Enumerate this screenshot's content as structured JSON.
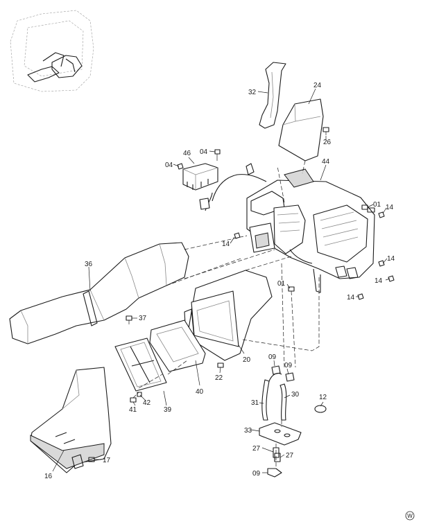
{
  "labels": {
    "p24": "24",
    "p32": "32",
    "p26": "26",
    "p46": "46",
    "p04a": "04",
    "p04b": "04",
    "p44": "44",
    "p01a": "01",
    "p14a": "14",
    "p14b": "14",
    "p14c": "14",
    "p14d": "14",
    "p14e": "14",
    "p36": "36",
    "p01b": "01",
    "p37": "37",
    "p20": "20",
    "p22": "22",
    "p40": "40",
    "p09a": "09",
    "p09b": "09",
    "p09c": "09",
    "p31": "31",
    "p30": "30",
    "p12": "12",
    "p42": "42",
    "p41": "41",
    "p39": "39",
    "p33": "33",
    "p27a": "27",
    "p27b": "27",
    "p16": "16",
    "p17": "17"
  },
  "watermark": "W"
}
